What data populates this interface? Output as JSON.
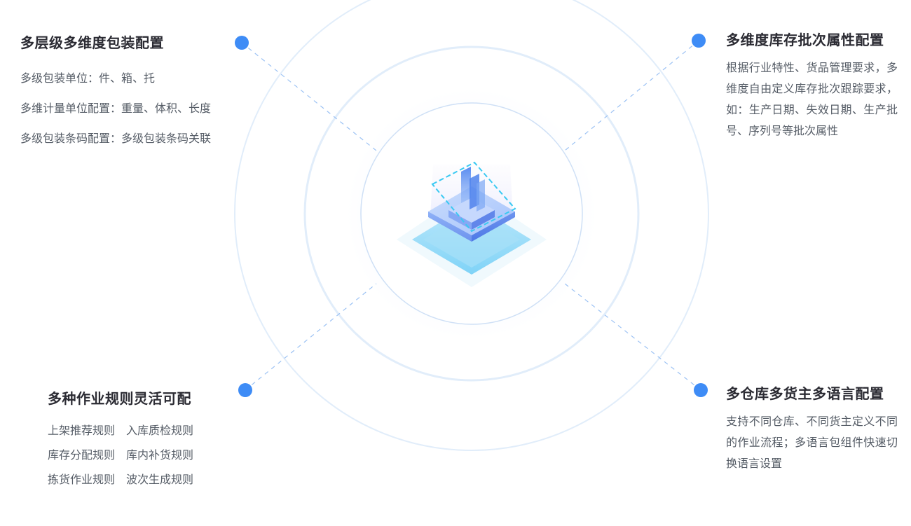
{
  "colors": {
    "accent": "#3e8cf6",
    "ring": "#dceaf9",
    "dash": "#9cc2f4",
    "title": "#2b2b33",
    "text": "#555c66"
  },
  "icons": {
    "center": "isometric-stack-icon"
  },
  "top_left": {
    "title": "多层级多维度包装配置",
    "lines": [
      "多级包装单位：件、箱、托",
      "多维计量单位配置：重量、体积、长度",
      "多级包装条码配置：多级包装条码关联"
    ]
  },
  "top_right": {
    "title": "多维度库存批次属性配置",
    "desc": "根据行业特性、货品管理要求，多维度自由定义库存批次跟踪要求，如：生产日期、失效日期、生产批号、序列号等批次属性"
  },
  "bottom_left": {
    "title": "多种作业规则灵活可配",
    "rules": [
      [
        "上架推荐规则",
        "入库质检规则"
      ],
      [
        "库存分配规则",
        "库内补货规则"
      ],
      [
        "拣货作业规则",
        "波次生成规则"
      ]
    ]
  },
  "bottom_right": {
    "title": "多仓库多货主多语言配置",
    "desc": "支持不同仓库、不同货主定义不同的作业流程；多语言包组件快速切换语言设置"
  }
}
